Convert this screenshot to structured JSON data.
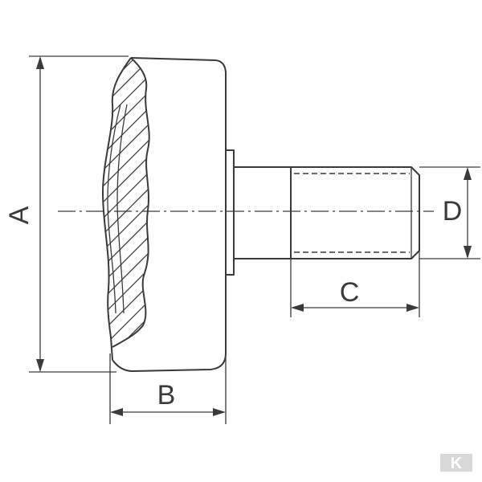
{
  "drawing": {
    "dimension_labels": {
      "a": "A",
      "b": "B",
      "c": "C",
      "d": "D"
    },
    "stroke_color": "#3a3a3a",
    "background_color": "#ffffff"
  },
  "watermark": {
    "logo_letter": "K",
    "color": "#d9d9d9"
  }
}
